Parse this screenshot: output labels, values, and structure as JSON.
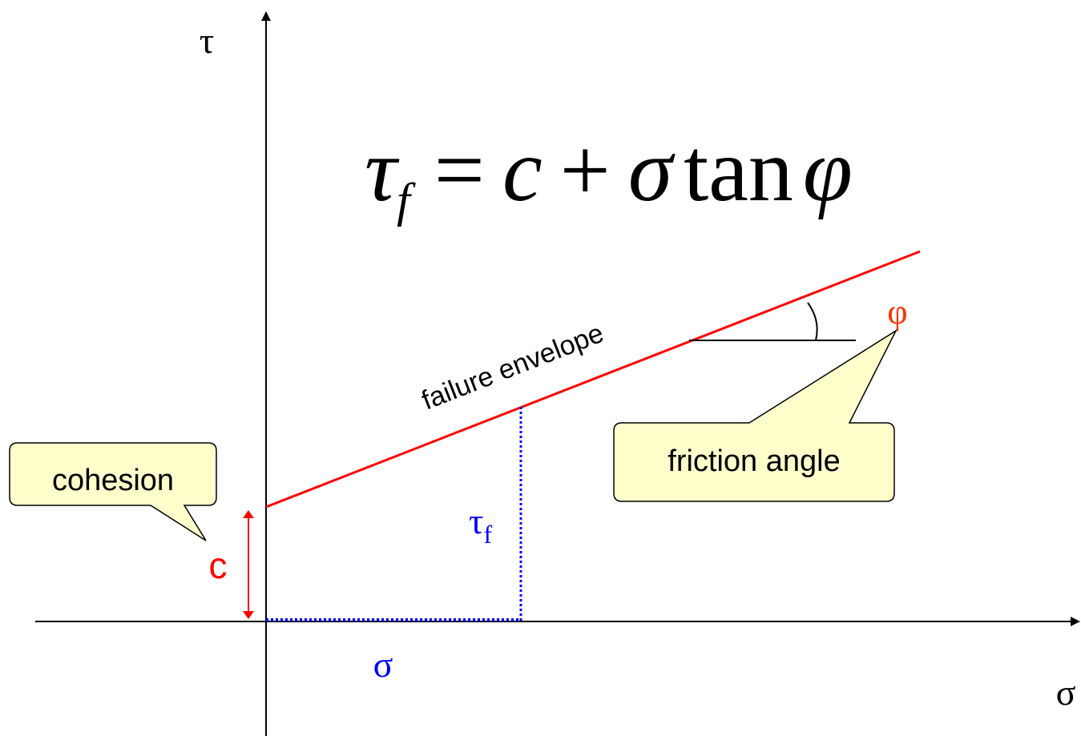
{
  "axes": {
    "y_label": "τ",
    "x_label": "σ"
  },
  "equation": {
    "tau": "τ",
    "sub_f": "f",
    "equals": "=",
    "c": "c",
    "plus": "+",
    "sigma": "σ",
    "tan": "tan",
    "phi": "φ"
  },
  "annotations": {
    "failure_envelope": "failure envelope",
    "phi_symbol": "φ",
    "friction_angle": "friction angle",
    "cohesion": "cohesion",
    "c_label": "c",
    "tau_f_main": "τ",
    "tau_f_sub": "f",
    "sigma_label": "σ"
  },
  "colors": {
    "envelope": "#ff0000",
    "c_marker": "#ff0000",
    "phi_symbol": "#ff3300",
    "dotted": "#0000ff",
    "callout_fill": "#ffffcc",
    "axis": "#000000"
  }
}
